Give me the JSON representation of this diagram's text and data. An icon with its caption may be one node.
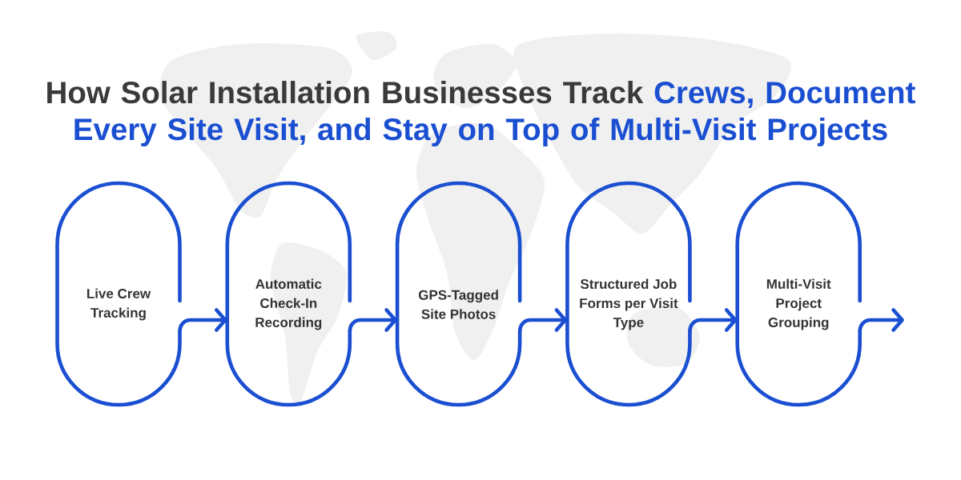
{
  "diagram": {
    "title": "How Solar Installation Businesses Track **Crews, Document Every Site Visit, and Stay on Top of Multi-Visit Projects**",
    "nodes": [
      {
        "text": [
          "Live Crew Tracking"
        ]
      },
      {
        "text": [
          "Automatic Check-In Recording"
        ]
      },
      {
        "text": [
          "GPS-Tagged Site Photos"
        ]
      },
      {
        "text": [
          "Structured Job Forms per Visit Type"
        ]
      },
      {
        "text": [
          "Multi-Visit Project Grouping"
        ]
      }
    ],
    "edges": [
      {
        "from": 0,
        "to": 1,
        "arrow": "to"
      },
      {
        "from": 1,
        "to": 2,
        "arrow": "to"
      },
      {
        "from": 2,
        "to": 3,
        "arrow": "to"
      },
      {
        "from": 3,
        "to": 4,
        "arrow": "to"
      },
      {
        "from": 4,
        "to": null,
        "arrow": "to"
      }
    ]
  }
}
